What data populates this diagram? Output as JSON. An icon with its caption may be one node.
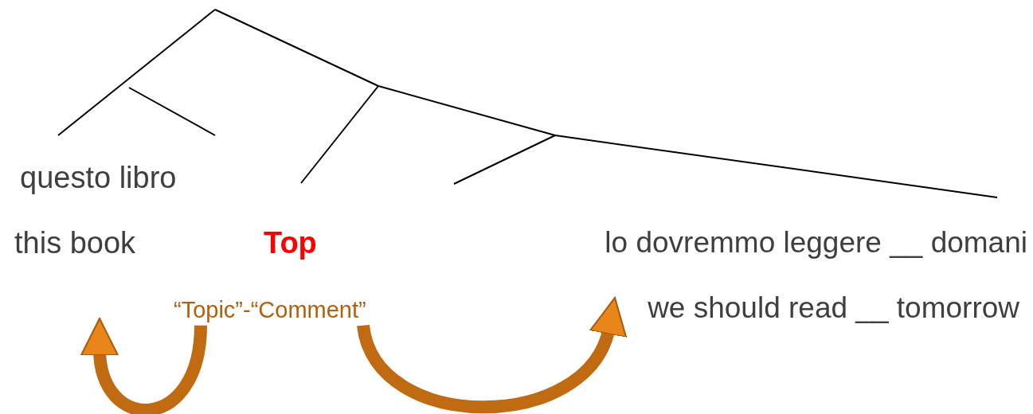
{
  "diagram": {
    "nodes": [
      {
        "text": [
          "questo libro"
        ]
      },
      {
        "text": [
          "this book"
        ]
      },
      {
        "text": [
          "Top"
        ]
      },
      {
        "text": [
          "lo dovremmo leggere __ domani"
        ]
      },
      {
        "text": [
          "we should read __ tomorrow"
        ]
      },
      {
        "text": [
          "“Topic”-“Comment”"
        ]
      }
    ],
    "edges": [
      {
        "from": 5,
        "to": null,
        "arrow": "to"
      },
      {
        "from": 5,
        "to": 4,
        "arrow": "to"
      }
    ]
  }
}
